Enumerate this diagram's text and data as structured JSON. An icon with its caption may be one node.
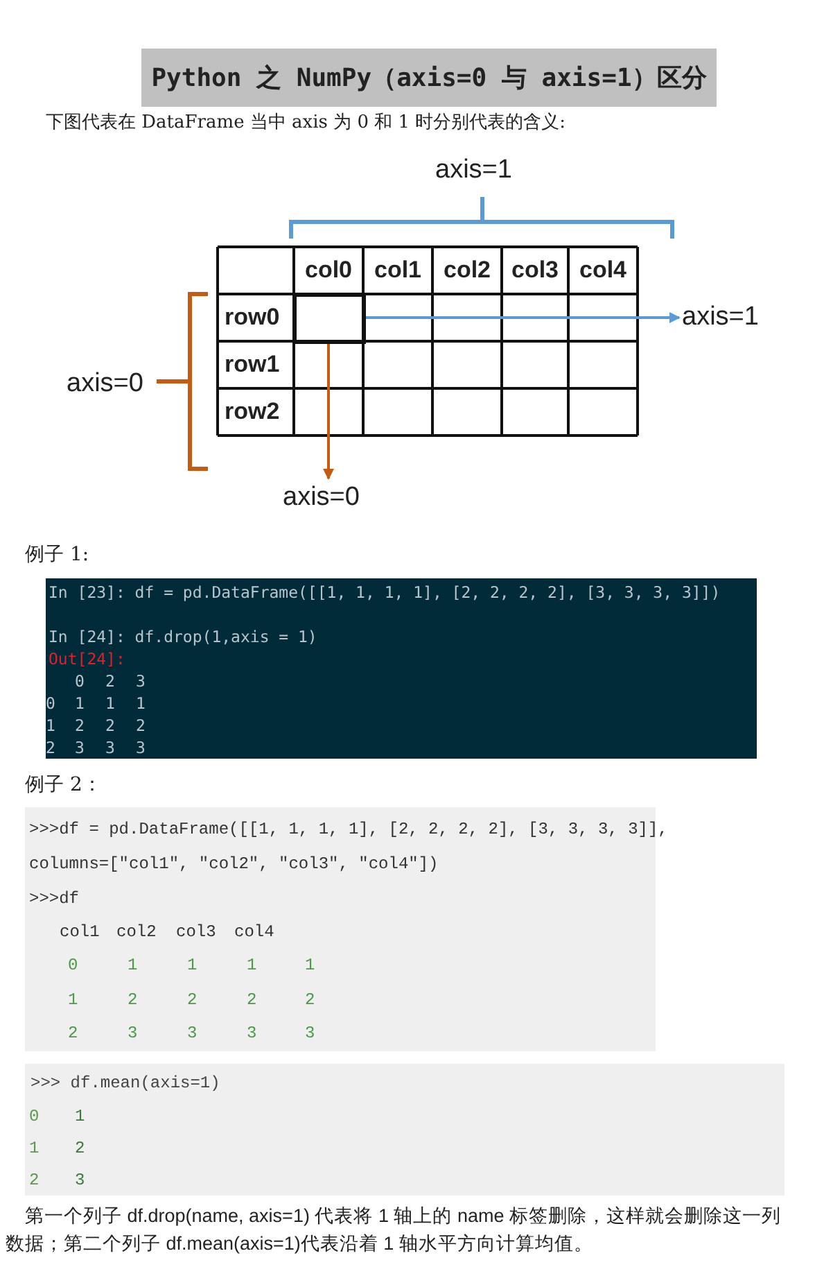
{
  "diagram": {
    "title": "Python 之 NumPy（axis=0 与 axis=1）区分",
    "nodes": [
      {
        "text": [],
        "shape": "box"
      },
      {
        "text": [
          "axis=1"
        ]
      },
      {
        "text": [
          "axis=0"
        ]
      }
    ],
    "edges": [
      {
        "from": 0,
        "to": 1,
        "arrow": "to",
        "color": "#5b9bd5"
      },
      {
        "from": 0,
        "to": 2,
        "arrow": "to",
        "color": "#c55a11"
      }
    ],
    "labels": [
      "下图代表在 DataFrame 当中 axis 为 0 和 1 时分别代表的含义:",
      "axis=1",
      "col0",
      "col1",
      "col2",
      "col3",
      "col4",
      "row0",
      "row1",
      "row2",
      "axis=0",
      "例子 1:",
      "In [23]: df = pd.DataFrame([[1, 1, 1, 1], [2, 2, 2, 2], [3, 3, 3, 3]])",
      "In [24]: df.drop(1,axis = 1)",
      "Out[24]:",
      "0",
      "2",
      "3",
      "0",
      "1",
      "1",
      "1",
      "1",
      "2",
      "2",
      "2",
      "2",
      "3",
      "3",
      "3",
      "例子 2：",
      ">>>df = pd.DataFrame([[1, 1, 1, 1], [2, 2, 2, 2], [3, 3, 3, 3]],",
      "columns=[\"col1\", \"col2\", \"col3\", \"col4\"])",
      ">>>df",
      "col1",
      "col2",
      "col3",
      "col4",
      "0",
      "1",
      "1",
      "1",
      "1",
      "1",
      "2",
      "2",
      "2",
      "2",
      "2",
      "3",
      "3",
      "3",
      "3",
      ">>> df.mean(axis=1)",
      "0",
      "1",
      "1",
      "2",
      "2",
      "3",
      "第一个列子 df.drop(name, axis=1) 代表将 1 轴上的 name 标签删除，这样就会删除这一列数据；第二个列子 df.mean(axis=1)代表沿着 1 轴水平方向计算均值。"
    ]
  }
}
